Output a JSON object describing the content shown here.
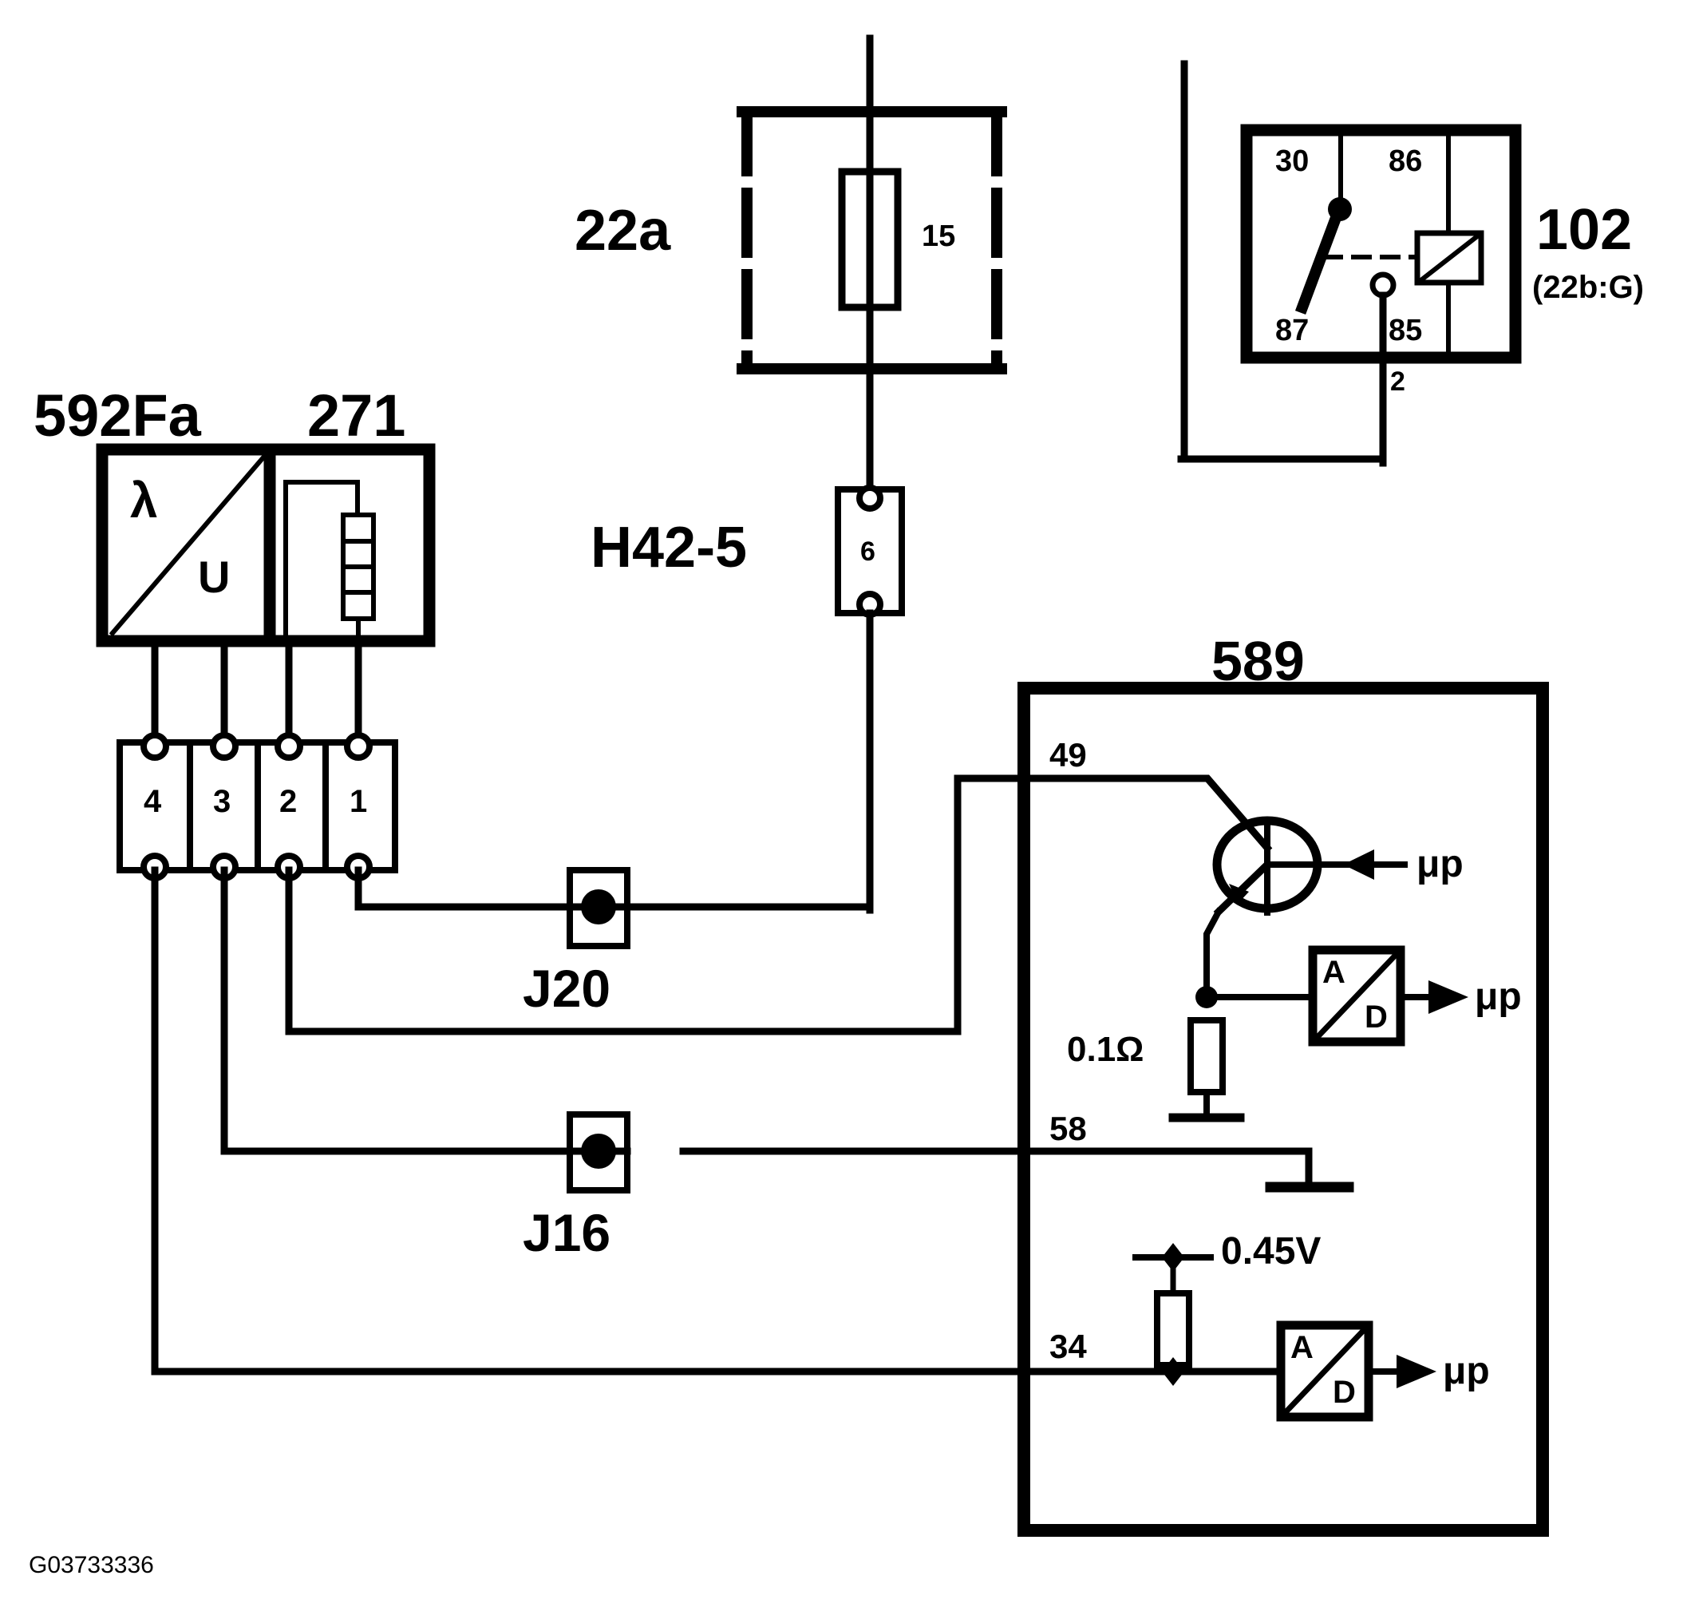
{
  "diagram": {
    "drawing_number": "G03733336",
    "title_components": [
      "592Fa",
      "271",
      "22a",
      "102",
      "589",
      "H42-5",
      "J20",
      "J16"
    ]
  },
  "components": {
    "sensor": {
      "id_left": "592Fa",
      "id_right": "271",
      "lambda_symbol": "λ",
      "voltage_symbol": "U"
    },
    "connector": {
      "pins": [
        "4",
        "3",
        "2",
        "1"
      ]
    },
    "fuse_box": {
      "label": "22a",
      "fuse_rating": "15"
    },
    "relay": {
      "label": "102",
      "sub_label": "(22b:G)",
      "terminal_30": "30",
      "terminal_86": "86",
      "terminal_87": "87",
      "terminal_85": "85",
      "wire_label": "2"
    },
    "inline_connector": {
      "label": "H42-5",
      "pin": "6"
    },
    "splice_j20": {
      "label": "J20"
    },
    "splice_j16": {
      "label": "J16"
    },
    "ecu": {
      "label": "589",
      "pin_49": "49",
      "pin_58": "58",
      "pin_34": "34",
      "shunt_resistor": "0.1Ω",
      "reference_voltage": "0.45V",
      "ad_converter_top": "A",
      "ad_converter_bottom": "D",
      "micro_1": "μp",
      "micro_2": "μp",
      "micro_3": "μp"
    }
  },
  "colors": {
    "line": "#000000",
    "background": "#ffffff"
  }
}
